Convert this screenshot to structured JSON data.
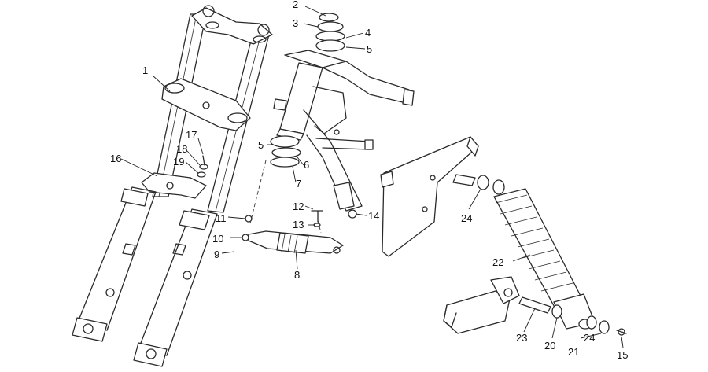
{
  "callouts": [
    {
      "id": "1",
      "text": "1"
    },
    {
      "id": "2",
      "text": "2"
    },
    {
      "id": "3",
      "text": "3"
    },
    {
      "id": "4",
      "text": "4"
    },
    {
      "id": "5a",
      "text": "5"
    },
    {
      "id": "5b",
      "text": "5"
    },
    {
      "id": "6",
      "text": "6"
    },
    {
      "id": "7",
      "text": "7"
    },
    {
      "id": "8",
      "text": "8"
    },
    {
      "id": "9",
      "text": "9"
    },
    {
      "id": "10",
      "text": "10"
    },
    {
      "id": "11",
      "text": "11"
    },
    {
      "id": "12",
      "text": "12"
    },
    {
      "id": "13",
      "text": "13"
    },
    {
      "id": "14",
      "text": "14"
    },
    {
      "id": "15",
      "text": "15"
    },
    {
      "id": "16",
      "text": "16"
    },
    {
      "id": "17",
      "text": "17"
    },
    {
      "id": "18",
      "text": "18"
    },
    {
      "id": "19",
      "text": "19"
    },
    {
      "id": "20",
      "text": "20"
    },
    {
      "id": "21",
      "text": "21"
    },
    {
      "id": "22",
      "text": "22"
    },
    {
      "id": "23",
      "text": "23"
    },
    {
      "id": "24a",
      "text": "24"
    },
    {
      "id": "24b",
      "text": "24"
    }
  ]
}
